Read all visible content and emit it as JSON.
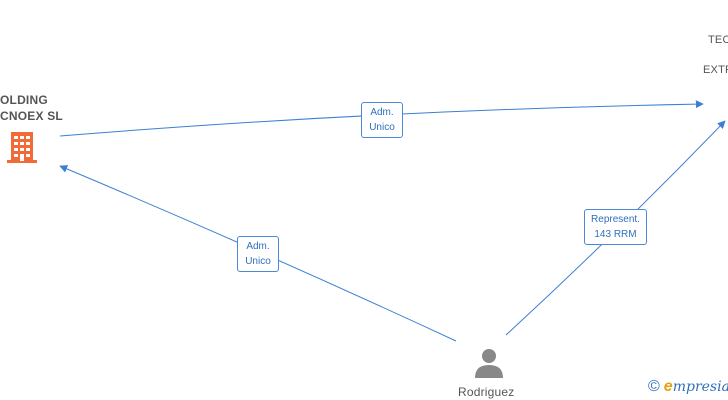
{
  "nodes": {
    "holding": {
      "line1": "OLDING",
      "line2": "CNOEX  SL",
      "icon": "building-icon"
    },
    "tec": {
      "line1": "TEC",
      "line2": "EXTR"
    },
    "person": {
      "name": "Rodriguez",
      "icon": "person-icon"
    }
  },
  "edges": {
    "holding_to_tec": {
      "line1": "Adm.",
      "line2": "Unico"
    },
    "person_to_holding": {
      "line1": "Adm.",
      "line2": "Unico"
    },
    "person_to_tec": {
      "line1": "Represent.",
      "line2": "143 RRM"
    }
  },
  "brand": {
    "copyright": "©",
    "e": "e",
    "rest": "mpresia"
  },
  "colors": {
    "edge": "#3b7fd4",
    "building": "#f26a35",
    "person": "#888888",
    "brand_e": "#e8a20c"
  }
}
